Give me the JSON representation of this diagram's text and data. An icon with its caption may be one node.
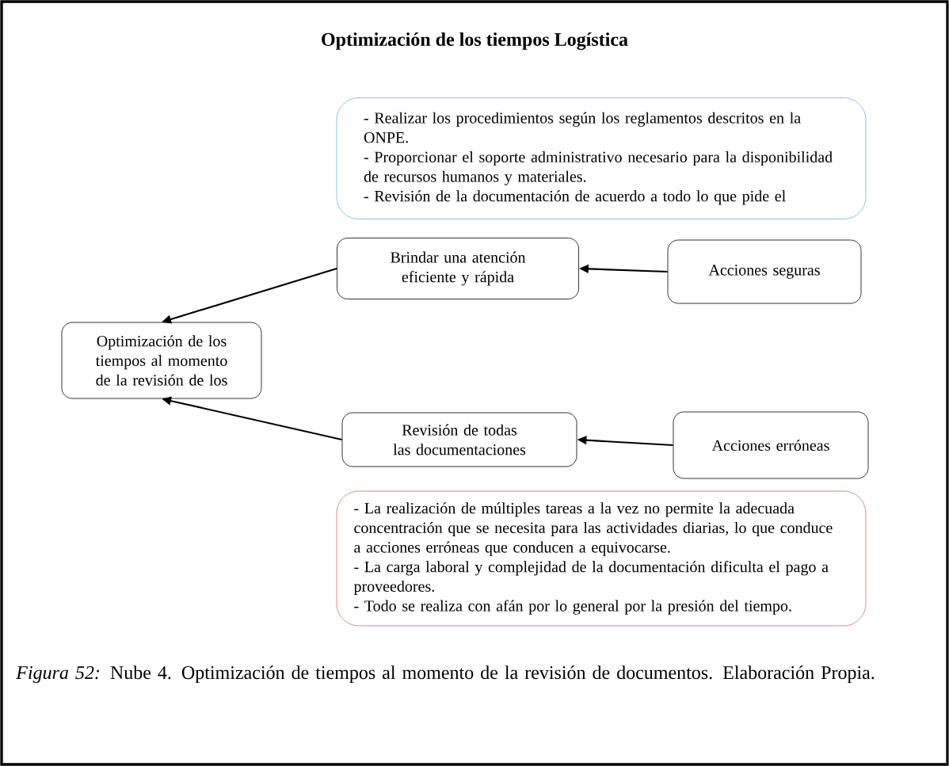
{
  "diagram": {
    "title": "Optimización de los tiempos Logística",
    "nodes": [
      {
        "text": [
          "- Realizar los procedimientos según los reglamentos descritos en la ONPE.",
          "- Proporcionar el soporte administrativo necesario para la disponibilidad de recursos humanos y materiales.",
          "- Revisión de la documentación de acuerdo a todo lo que pide el"
        ]
      },
      {
        "text": [
          "Brindar una atención eficiente y rápida"
        ]
      },
      {
        "text": [
          "Acciones seguras"
        ]
      },
      {
        "text": [
          "Optimización de los tiempos al momento de la revisión de los"
        ]
      },
      {
        "text": [
          "Revisión de todas las documentaciones"
        ]
      },
      {
        "text": [
          "Acciones erróneas"
        ]
      },
      {
        "text": [
          "- La realización de múltiples tareas a la vez no permite la adecuada concentración que se necesita para las actividades diarias, lo que conduce a acciones erróneas que conducen a equivocarse.",
          "- La carga laboral y complejidad de la documentación dificulta el pago a proveedores.",
          "- Todo se realiza con afán por lo general por la presión del tiempo."
        ]
      }
    ],
    "edges": [
      {
        "from": 1,
        "to": 3,
        "arrow": "to"
      },
      {
        "from": 2,
        "to": 1,
        "arrow": "to"
      },
      {
        "from": 4,
        "to": 3,
        "arrow": "to"
      },
      {
        "from": 5,
        "to": 4,
        "arrow": "to"
      }
    ],
    "caption": "*Figura 52:* Nube 4. Optimización de tiempos al momento de la revisión de documentos. Elaboración Propia."
  }
}
